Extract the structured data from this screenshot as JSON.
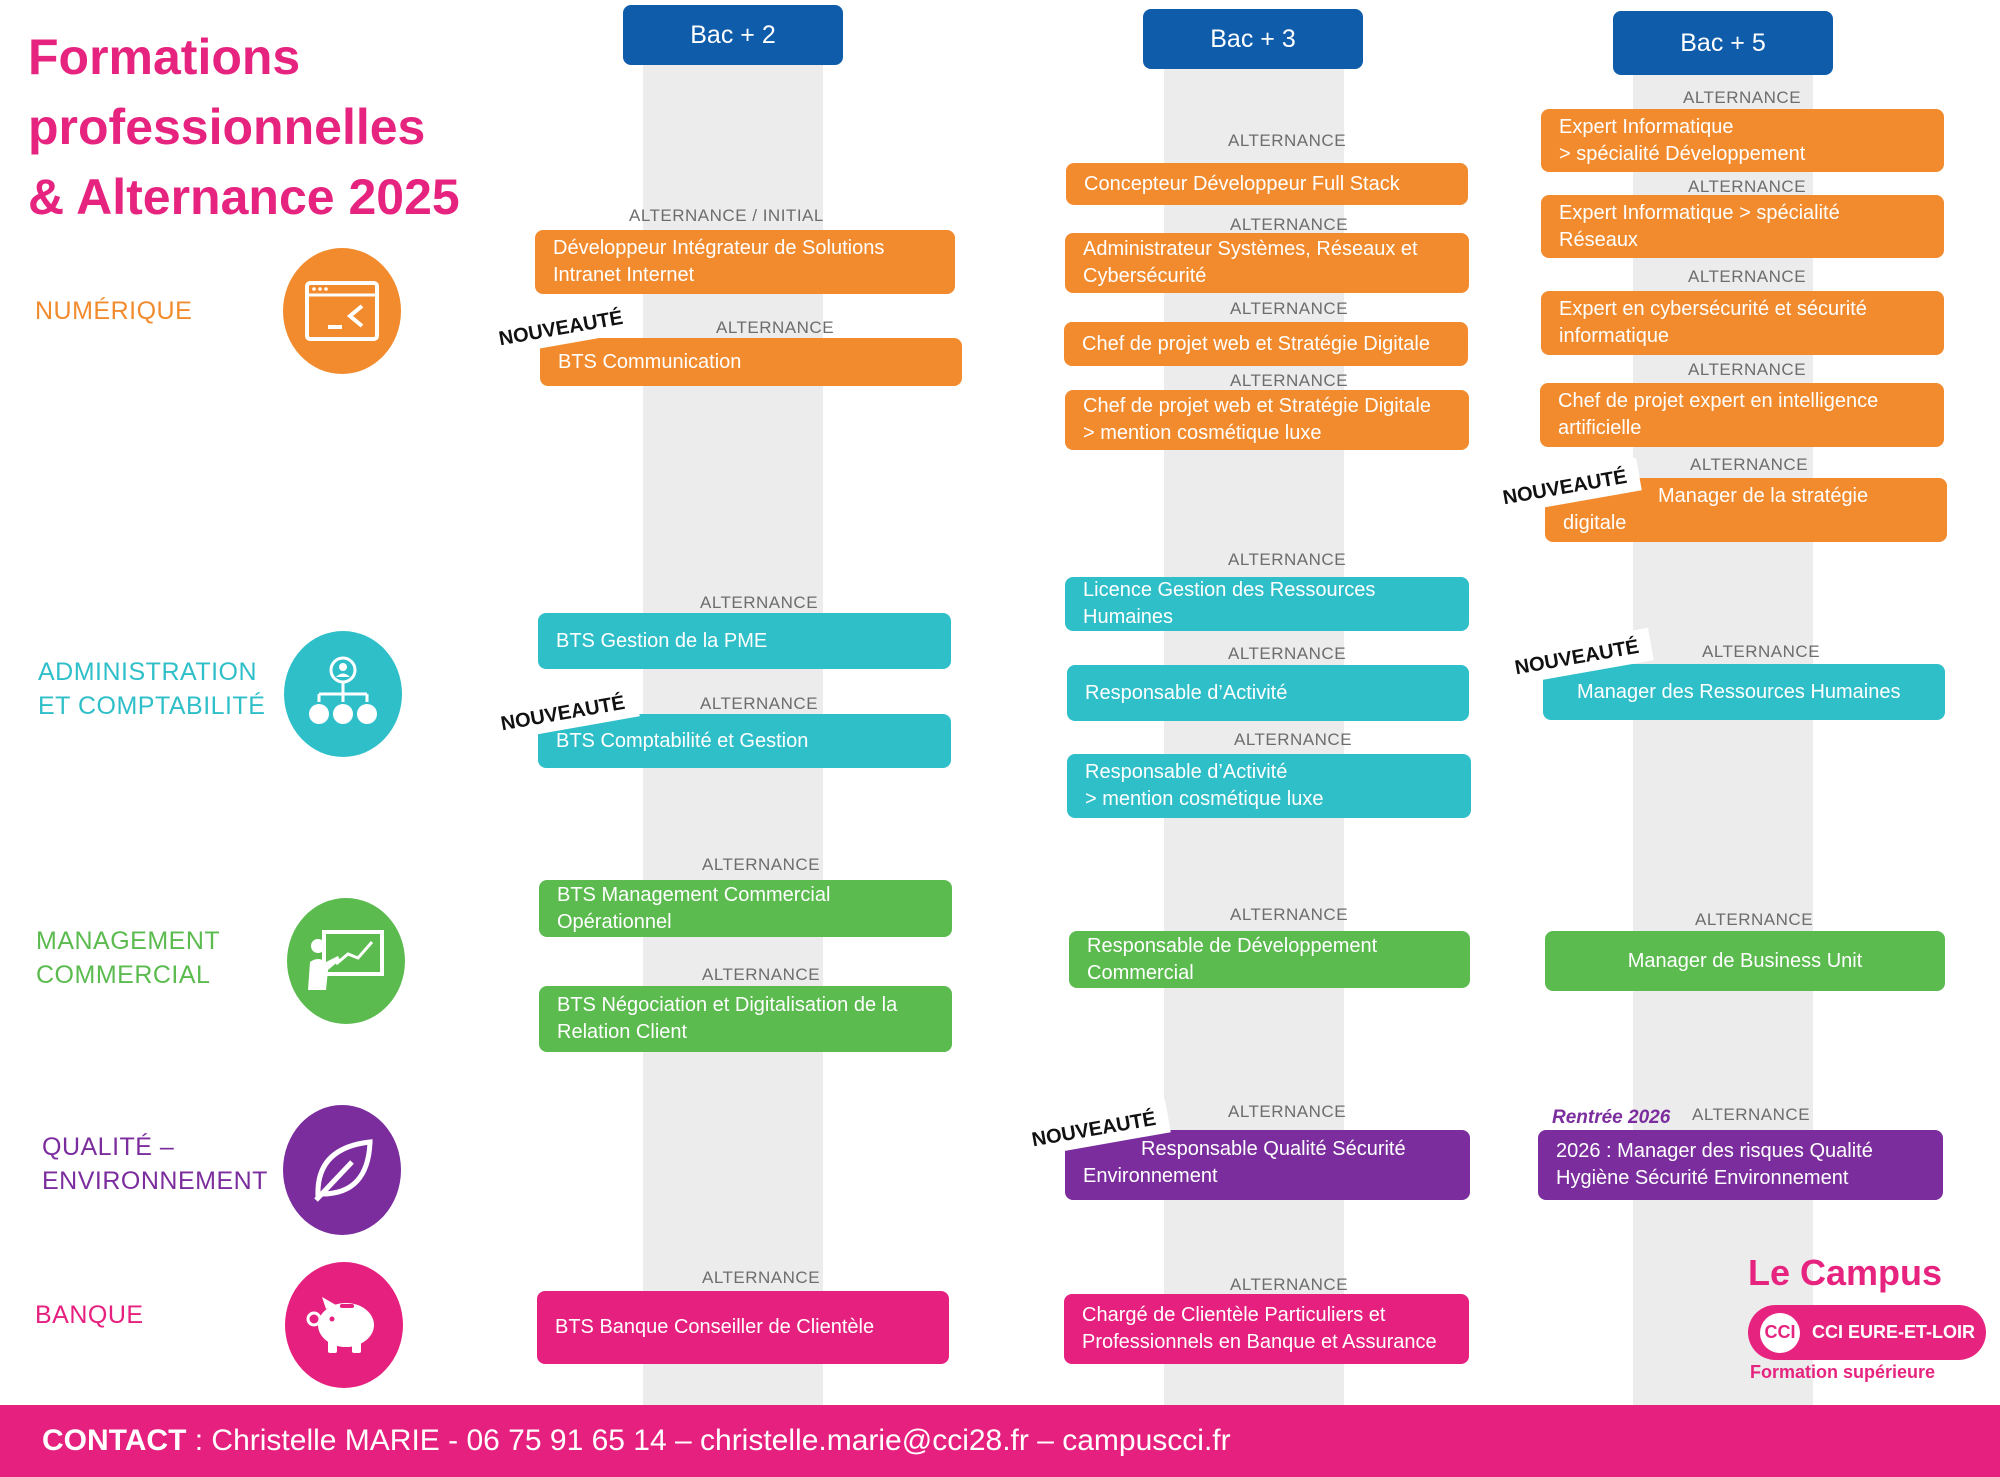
{
  "title": {
    "line1": "Formations",
    "line2": "professionnelles",
    "line3": "& Alternance 2025"
  },
  "levels": {
    "bac2": "Bac + 2",
    "bac3": "Bac + 3",
    "bac5": "Bac + 5"
  },
  "sectors": {
    "numerique": {
      "line1": "NUMÉRIQUE",
      "icon": "terminal-window-icon"
    },
    "admin": {
      "line1": "ADMINISTRATION",
      "line2": "ET COMPTABILITÉ",
      "icon": "org-chart-icon"
    },
    "commercial": {
      "line1": "MANAGEMENT",
      "line2": "COMMERCIAL",
      "icon": "presentation-board-icon"
    },
    "qualite": {
      "line1": "QUALITÉ –",
      "line2": "ENVIRONNEMENT",
      "icon": "leaf-icon"
    },
    "banque": {
      "line1": "BANQUE",
      "icon": "piggy-bank-icon"
    }
  },
  "labels": {
    "alternance": "ALTERNANCE",
    "alternance_initial": "ALTERNANCE / INITIAL",
    "nouveaute": "NOUVEAUTÉ",
    "rentree": "Rentrée 2026"
  },
  "courses": {
    "n2_1": "Développeur Intégrateur de Solutions\nIntranet Internet",
    "n2_2": "BTS Communication",
    "n3_1": "Concepteur Développeur Full Stack",
    "n3_2": "Administrateur Systèmes, Réseaux et\nCybersécurité",
    "n3_3": "Chef de projet web et Stratégie Digitale",
    "n3_4": "Chef de projet web et Stratégie Digitale\n> mention cosmétique luxe",
    "n5_1": "Expert Informatique\n> spécialité Développement",
    "n5_2": "Expert Informatique > spécialité\nRéseaux",
    "n5_3": "Expert en cybersécurité et sécurité\ninformatique",
    "n5_4": "Chef de projet expert en intelligence\nartificielle",
    "n5_5a": "Manager de la stratégie",
    "n5_5b": "digitale",
    "a2_1": "BTS Gestion de la PME",
    "a2_2": "BTS Comptabilité et Gestion",
    "a3_1": "Licence Gestion des Ressources\nHumaines",
    "a3_2": "Responsable d’Activité",
    "a3_3": "Responsable d’Activité\n> mention cosmétique luxe",
    "a5_1": "Manager des  Ressources Humaines",
    "m2_1": "BTS Management Commercial\nOpérationnel",
    "m2_2": "BTS Négociation et Digitalisation de la\nRelation Client",
    "m3_1": "Responsable de Développement\nCommercial",
    "m5_1": "Manager de Business Unit",
    "q3_1a": "Responsable Qualité Sécurité",
    "q3_1b": "Environnement",
    "q5_1": "2026 : Manager des risques Qualité\nHygiène Sécurité Environnement",
    "b2_1": "BTS Banque Conseiller de Clientèle",
    "b3_1": "Chargé de Clientèle Particuliers et\nProfessionnels en Banque et Assurance"
  },
  "branding": {
    "campus": "Le Campus",
    "cci_mark": "CCI",
    "cci_name": "CCI EURE-ET-LOIR",
    "sub": "Formation supérieure"
  },
  "contact": {
    "label": "CONTACT",
    "text": " : Christelle MARIE - 06 75 91 65 14 – christelle.marie@cci28.fr – campuscci.fr"
  },
  "colors": {
    "pink": "#e6207f",
    "orange": "#f28b2e",
    "teal": "#2fbfc9",
    "green": "#5bbb4f",
    "purple": "#7b2d9e",
    "blue": "#0f5cab"
  }
}
